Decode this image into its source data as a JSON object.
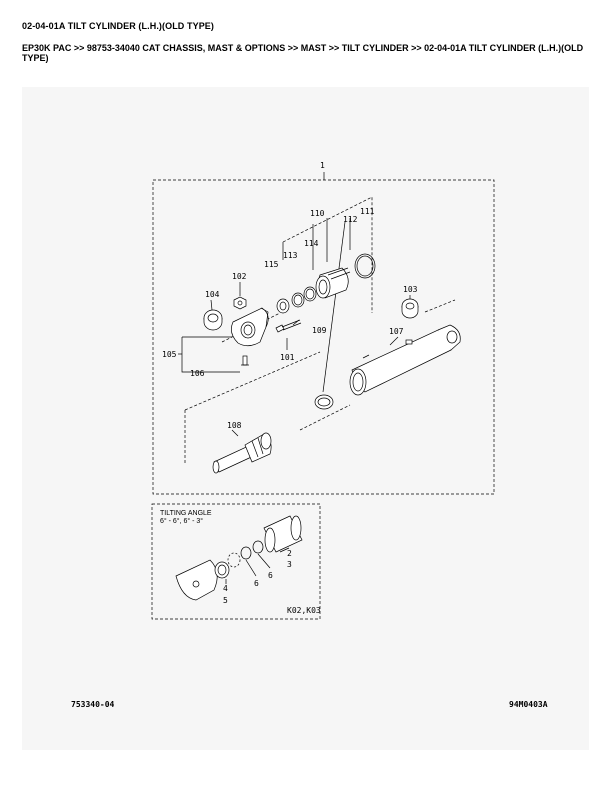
{
  "header": {
    "title": "02-04-01A TILT CYLINDER (L.H.)(OLD TYPE)",
    "breadcrumb": "EP30K PAC >> 98753-34040 CAT CHASSIS, MAST & OPTIONS >> MAST >> TILT CYLINDER >> 02-04-01A TILT CYLINDER (L.H.)(OLD TYPE)"
  },
  "diagram": {
    "callouts": {
      "p1": "1",
      "p110": "110",
      "p111": "111",
      "p112": "112",
      "p113": "113",
      "p114": "114",
      "p115": "115",
      "p102": "102",
      "p104": "104",
      "p103": "103",
      "p107": "107",
      "p109": "109",
      "p101": "101",
      "p105": "105",
      "p106": "106",
      "p108": "108",
      "p2": "2",
      "p3": "3",
      "p4": "4",
      "p5": "5",
      "p6a": "6",
      "p6b": "6"
    },
    "inset": {
      "heading": "TILTING ANGLE",
      "angles": "6° - 6°, 6° - 3°",
      "models": "K02,K03"
    },
    "footer": {
      "left_code": "753340-04",
      "right_code": "94M0403A"
    }
  }
}
